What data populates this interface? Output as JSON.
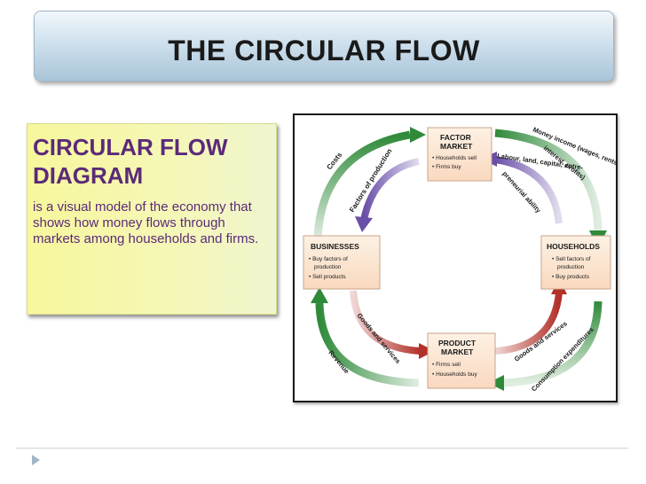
{
  "title": "THE CIRCULAR FLOW",
  "callout": {
    "heading": "CIRCULAR FLOW DIAGRAM",
    "body": "is a visual model of the economy that shows how money flows through markets among households and firms."
  },
  "diagram": {
    "factor_market": {
      "title_line1": "FACTOR",
      "title_line2": "MARKET",
      "item1": "• Households sell",
      "item2": "• Firms buy"
    },
    "businesses": {
      "title": "BUSINESSES",
      "item1": "• Buy factors of",
      "item1b": "production",
      "item2": "• Sell products"
    },
    "households": {
      "title": "HOUSEHOLDS",
      "item1": "• Sell factors of",
      "item1b": "production",
      "item2": "• Buy products"
    },
    "product_market": {
      "title_line1": "PRODUCT",
      "title_line2": "MARKET",
      "item1": "• Firms sell",
      "item2": "• Households buy"
    },
    "flows": {
      "costs": "Costs",
      "factors_of_production": "Factors of production",
      "money_income": "Money income (wages, rents,",
      "interest_profits": "interest, profits)",
      "labour": "Labour, land, capital, entre-",
      "preneurial": "preneurial ability",
      "goods_services_left": "Goods and services",
      "revenue": "Revenue",
      "goods_services_right": "Goods and services",
      "consumption": "Consumption expenditures"
    },
    "colors": {
      "money_arrow": "#2f8a3a",
      "real_arrow_top": "#6a4fa8",
      "real_arrow_bottom": "#b2312a",
      "box_fill": "#fde6d3",
      "box_border": "#c9a48b"
    }
  }
}
